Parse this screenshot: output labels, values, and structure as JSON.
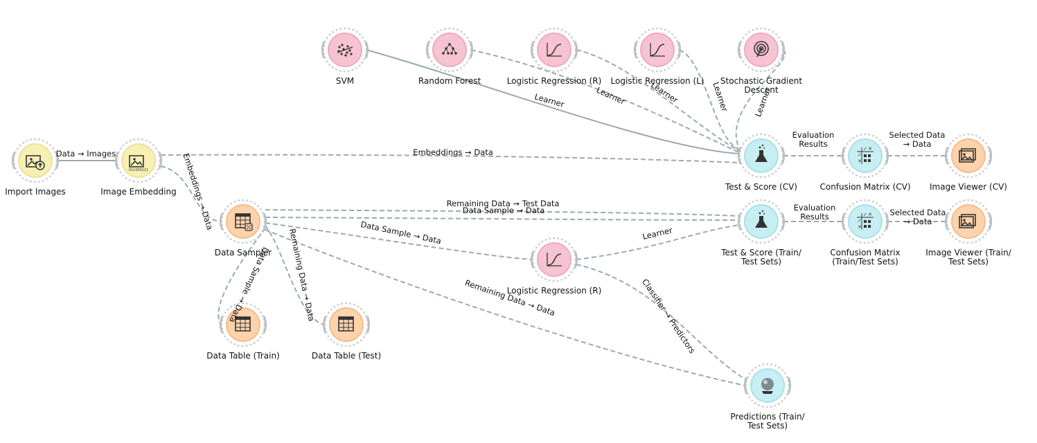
{
  "colors": {
    "yellow_fill": "#f7f0b5",
    "yellow_ring": "#ece398",
    "pink_fill": "#f6c3d3",
    "pink_ring": "#f0a9bf",
    "orange_fill": "#fdd3ad",
    "orange_ring": "#f7bb87",
    "cyan_fill": "#c7eef2",
    "cyan_ring": "#a8e1e7",
    "link": "#9aa8b2",
    "icon": "#333333"
  },
  "nodes": [
    {
      "id": "import_images",
      "label_lines": [
        "Import Images"
      ],
      "color": "yellow",
      "icon": "image-upload-icon"
    },
    {
      "id": "image_embedding",
      "label_lines": [
        "Image Embedding"
      ],
      "color": "yellow",
      "icon": "image-embedding-icon"
    },
    {
      "id": "svm",
      "label_lines": [
        "SVM"
      ],
      "color": "pink",
      "icon": "svm-icon"
    },
    {
      "id": "random_forest",
      "label_lines": [
        "Random Forest"
      ],
      "color": "pink",
      "icon": "tree-icon"
    },
    {
      "id": "logreg_r_top",
      "label_lines": [
        "Logistic Regression (R)"
      ],
      "color": "pink",
      "icon": "sigmoid-icon"
    },
    {
      "id": "logreg_l",
      "label_lines": [
        "Logistic Regression (L)"
      ],
      "color": "pink",
      "icon": "sigmoid-icon"
    },
    {
      "id": "sgd",
      "label_lines": [
        "Stochastic Gradient",
        "Descent"
      ],
      "color": "pink",
      "icon": "gradient-descent-icon"
    },
    {
      "id": "test_score_cv",
      "label_lines": [
        "Test & Score (CV)"
      ],
      "color": "cyan",
      "icon": "flask-icon"
    },
    {
      "id": "confusion_cv",
      "label_lines": [
        "Confusion Matrix (CV)"
      ],
      "color": "cyan",
      "icon": "confusion-matrix-icon"
    },
    {
      "id": "image_viewer_cv",
      "label_lines": [
        "Image Viewer (CV)"
      ],
      "color": "orange",
      "icon": "image-viewer-icon"
    },
    {
      "id": "data_sampler",
      "label_lines": [
        "Data Sampler"
      ],
      "color": "orange",
      "icon": "data-sampler-icon"
    },
    {
      "id": "test_score_tt",
      "label_lines": [
        "Test & Score (Train/",
        "Test Sets)"
      ],
      "color": "cyan",
      "icon": "flask-icon"
    },
    {
      "id": "confusion_tt",
      "label_lines": [
        "Confusion Matrix",
        "(Train/Test Sets)"
      ],
      "color": "cyan",
      "icon": "confusion-matrix-icon"
    },
    {
      "id": "image_viewer_tt",
      "label_lines": [
        "Image Viewer (Train/",
        "Test Sets)"
      ],
      "color": "orange",
      "icon": "image-viewer-icon"
    },
    {
      "id": "logreg_r_bottom",
      "label_lines": [
        "Logistic Regression (R)"
      ],
      "color": "pink",
      "icon": "sigmoid-icon"
    },
    {
      "id": "data_table_train",
      "label_lines": [
        "Data Table (Train)"
      ],
      "color": "orange",
      "icon": "table-icon"
    },
    {
      "id": "data_table_test",
      "label_lines": [
        "Data Table (Test)"
      ],
      "color": "orange",
      "icon": "table-icon"
    },
    {
      "id": "predictions",
      "label_lines": [
        "Predictions (Train/",
        "Test Sets)"
      ],
      "color": "cyan",
      "icon": "crystal-ball-icon"
    }
  ],
  "links": [
    {
      "from": "import_images",
      "to": "image_embedding",
      "label_lines": [
        "Data → Images"
      ],
      "style": "solid"
    },
    {
      "from": "image_embedding",
      "to": "test_score_cv",
      "label_lines": [
        "Embeddings → Data"
      ],
      "style": "dashed"
    },
    {
      "from": "image_embedding",
      "to": "data_sampler",
      "label_lines": [
        "Embeddings → Data"
      ],
      "style": "dashed"
    },
    {
      "from": "svm",
      "to": "test_score_cv",
      "label_lines": [
        "Learner"
      ],
      "style": "solid"
    },
    {
      "from": "random_forest",
      "to": "test_score_cv",
      "label_lines": [
        "Learner"
      ],
      "style": "dashed"
    },
    {
      "from": "logreg_r_top",
      "to": "test_score_cv",
      "label_lines": [
        "Learner"
      ],
      "style": "dashed"
    },
    {
      "from": "logreg_l",
      "to": "test_score_cv",
      "label_lines": [
        "Learner"
      ],
      "style": "dashed"
    },
    {
      "from": "sgd",
      "to": "test_score_cv",
      "label_lines": [
        "Learner"
      ],
      "style": "dashed"
    },
    {
      "from": "test_score_cv",
      "to": "confusion_cv",
      "label_lines": [
        "Evaluation",
        "Results"
      ],
      "style": "dashed"
    },
    {
      "from": "confusion_cv",
      "to": "image_viewer_cv",
      "label_lines": [
        "Selected Data",
        "→ Data"
      ],
      "style": "dashed"
    },
    {
      "from": "data_sampler",
      "to": "test_score_tt",
      "label_lines": [
        "Remaining Data → Test Data"
      ],
      "style": "dashed"
    },
    {
      "from": "data_sampler",
      "to": "test_score_tt",
      "label_lines": [
        "Data Sample → Data"
      ],
      "style": "dashed"
    },
    {
      "from": "data_sampler",
      "to": "logreg_r_bottom",
      "label_lines": [
        "Data Sample → Data"
      ],
      "style": "dashed"
    },
    {
      "from": "data_sampler",
      "to": "predictions",
      "label_lines": [
        "Remaining Data → Data"
      ],
      "style": "dashed"
    },
    {
      "from": "data_sampler",
      "to": "data_table_train",
      "label_lines": [
        "Data Sample → Data"
      ],
      "style": "dashed"
    },
    {
      "from": "data_sampler",
      "to": "data_table_test",
      "label_lines": [
        "Remaining Data → Data"
      ],
      "style": "dashed"
    },
    {
      "from": "logreg_r_bottom",
      "to": "test_score_tt",
      "label_lines": [
        "Learner"
      ],
      "style": "dashed"
    },
    {
      "from": "logreg_r_bottom",
      "to": "predictions",
      "label_lines": [
        "Classifier → Predictors"
      ],
      "style": "dashed"
    },
    {
      "from": "test_score_tt",
      "to": "confusion_tt",
      "label_lines": [
        "Evaluation",
        "Results"
      ],
      "style": "dashed"
    },
    {
      "from": "confusion_tt",
      "to": "image_viewer_tt",
      "label_lines": [
        "Selected Data",
        "→ Data"
      ],
      "style": "dashed"
    }
  ]
}
